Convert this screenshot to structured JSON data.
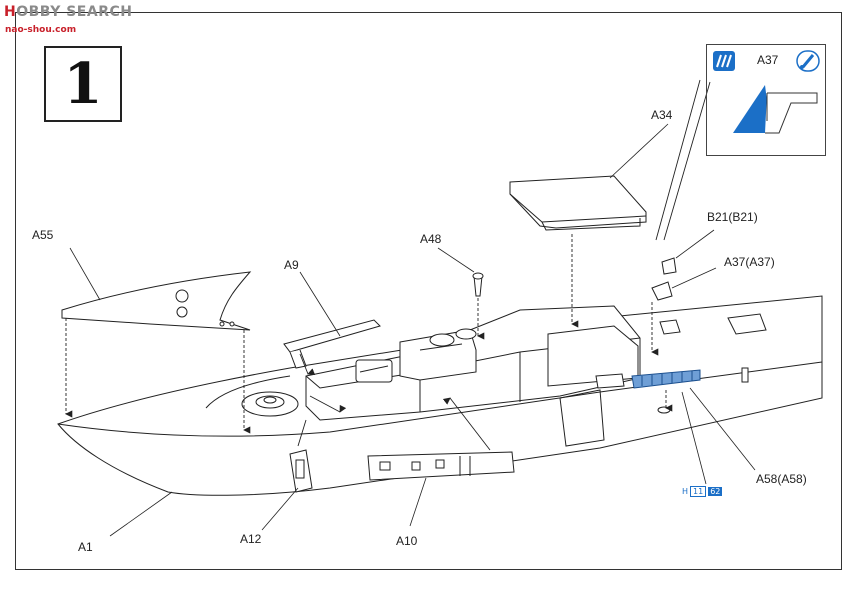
{
  "watermark": {
    "left": "H",
    "mid": "OBBY",
    "right": "SEARCH",
    "sub": "nao-shou.com"
  },
  "step": {
    "number": "1"
  },
  "parts": {
    "a55": "A55",
    "a9": "A9",
    "a48": "A48",
    "a34": "A34",
    "a37_inset": "A37",
    "b21": "B21(B21)",
    "a37": "A37(A37)",
    "a58": "A58(A58)",
    "a1": "A1",
    "a12": "A12",
    "a10": "A10"
  },
  "badge": {
    "letter": "H",
    "n1": "11",
    "n2": "62"
  },
  "colors": {
    "paint_blue": "#1b6fc7",
    "line": "#222222",
    "hull_fill": "#ffffff",
    "part_highlight": "#6f9fd6"
  },
  "icons": {
    "inset_left": "paint-stripes-icon",
    "inset_right": "paint-dropper-icon"
  }
}
